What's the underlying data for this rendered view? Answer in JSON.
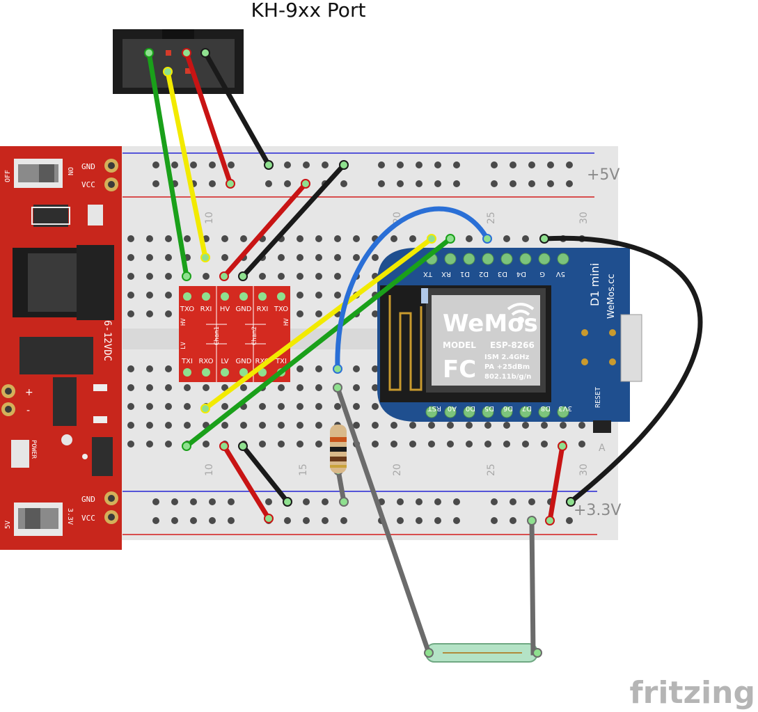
{
  "title": "KH-9xx Port",
  "watermark": "fritzing",
  "rails": {
    "top_label": "+5V",
    "bottom_label": "+3.3V"
  },
  "breadboard": {
    "column_numbers": [
      "10",
      "15",
      "20",
      "25",
      "30"
    ],
    "row_letters": [
      "A"
    ]
  },
  "power_supply": {
    "off_label": "OFF",
    "on_label": "ON",
    "gnd_label": "GND",
    "vcc_label": "VCC",
    "input_label": "6-12VDC",
    "plus_label": "+",
    "minus_label": "-",
    "power_label": "POWER",
    "v5_label": "5V",
    "v33_label": "3.3V"
  },
  "level_shifter": {
    "top_pins": [
      "TXO",
      "RXI",
      "HV",
      "GND",
      "RXI",
      "TXO"
    ],
    "bottom_pins": [
      "TXI",
      "RXO",
      "LV",
      "GND",
      "RXO",
      "TXI"
    ],
    "chan1": "Chan1",
    "chan2": "Chan2",
    "hv": "HV",
    "lv": "LV"
  },
  "wemos": {
    "top_pins": [
      "TX",
      "RX",
      "D1",
      "D2",
      "D3",
      "D4",
      "G",
      "5V"
    ],
    "bottom_pins": [
      "RST",
      "A0",
      "D0",
      "D5",
      "D6",
      "D7",
      "D8",
      "3V3"
    ],
    "brand": "WeMos",
    "model_label": "MODEL",
    "model": "ESP-8266",
    "ism": "ISM 2.4GHz",
    "pa": "PA +25dBm",
    "wifi": "802.11b/g/n",
    "fc": "FC",
    "name": "D1 mini",
    "site": "WeMos.cc",
    "reset": "RESET"
  },
  "colors": {
    "breadboard": "#e6e6e6",
    "supply_board": "#c8261c",
    "wemos_board": "#1f4f8f",
    "wire_green": "#1aa01a",
    "wire_yellow": "#f2ea00",
    "wire_red": "#c81414",
    "wire_black": "#1a1a1a",
    "wire_blue": "#2a6fd6",
    "wire_gray": "#6b6b6b",
    "rail_red": "#d41c1c",
    "rail_blue": "#2424d4"
  }
}
